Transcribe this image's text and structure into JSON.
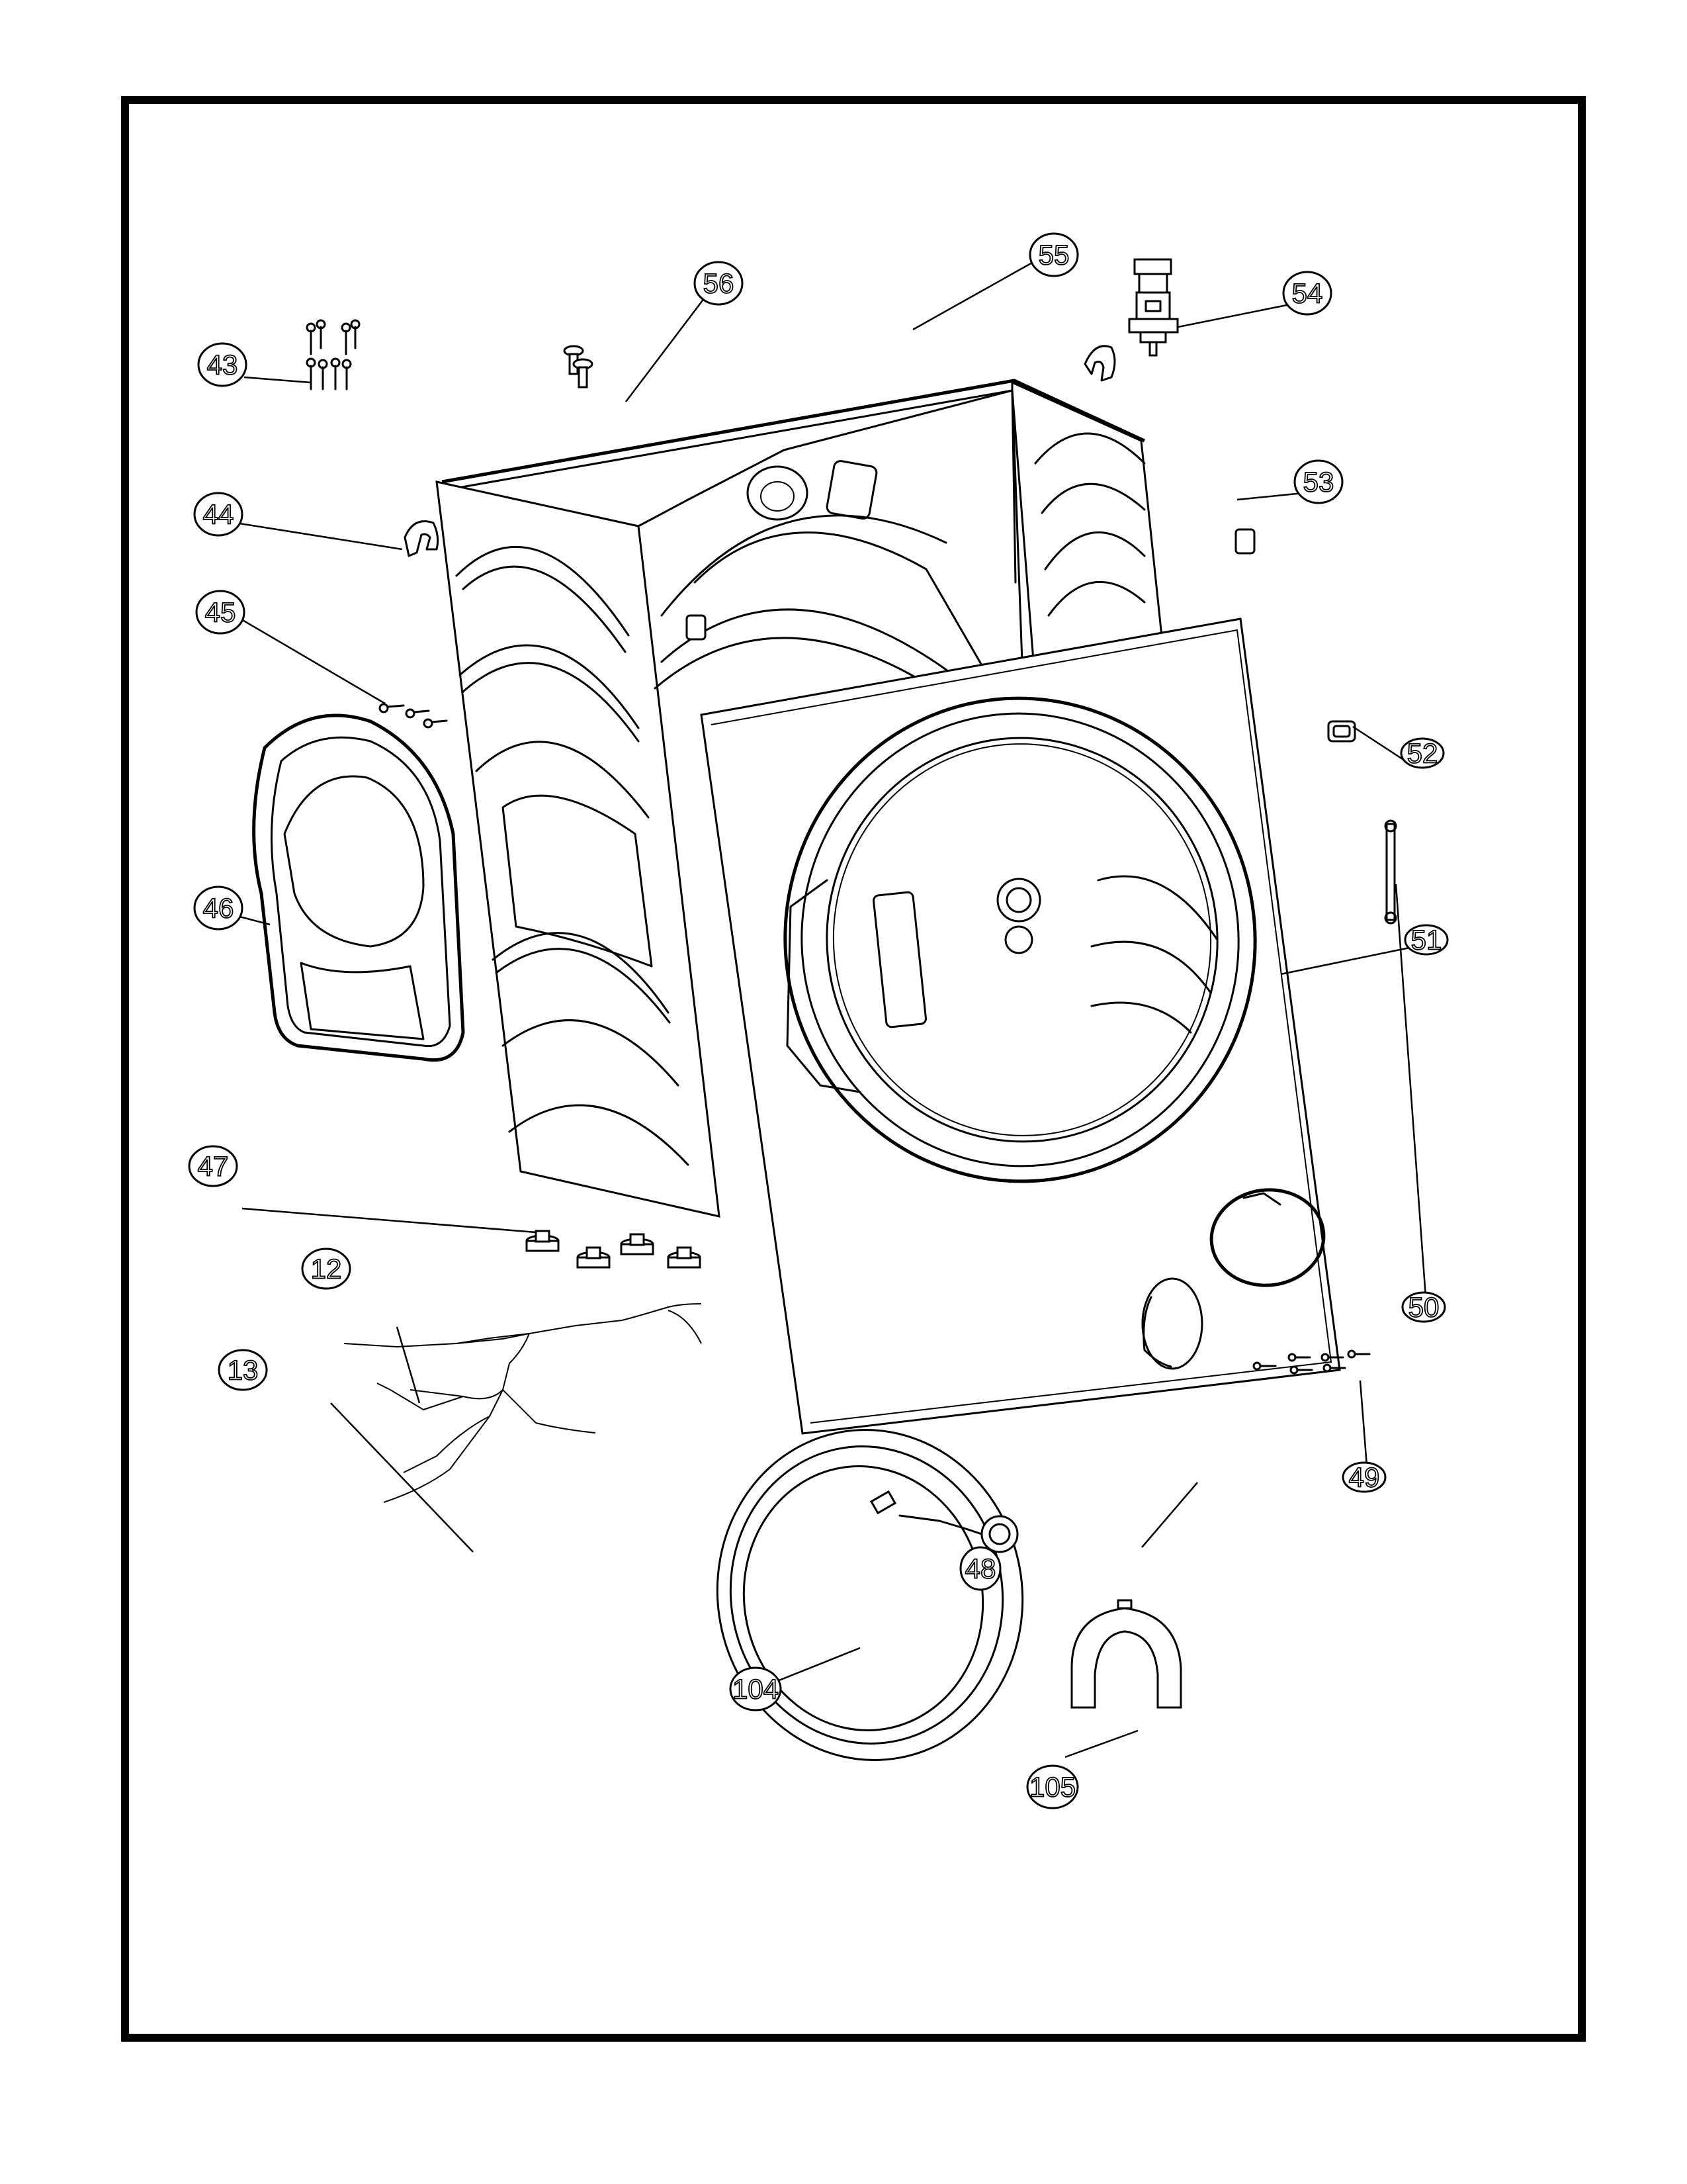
{
  "diagram": {
    "type": "exploded parts diagram",
    "subject": "front-load washer cabinet assembly",
    "callouts": [
      {
        "id": "c43",
        "label": "43",
        "part": "screws (set of 8)"
      },
      {
        "id": "c56",
        "label": "56",
        "part": "shoulder screws"
      },
      {
        "id": "c55",
        "label": "55",
        "part": "cabinet top opening"
      },
      {
        "id": "c54",
        "label": "54",
        "part": "pressure switch"
      },
      {
        "id": "c44",
        "label": "44",
        "part": "hose clip"
      },
      {
        "id": "c53",
        "label": "53",
        "part": "cabinet"
      },
      {
        "id": "c45",
        "label": "45",
        "part": "screws (set of 3)"
      },
      {
        "id": "c52",
        "label": "52",
        "part": "door lock bracket"
      },
      {
        "id": "c46",
        "label": "46",
        "part": "rear access panel"
      },
      {
        "id": "c51",
        "label": "51",
        "part": "front panel"
      },
      {
        "id": "c47",
        "label": "47",
        "part": "leveling feet (set of 4)"
      },
      {
        "id": "c50",
        "label": "50",
        "part": "rod"
      },
      {
        "id": "c49",
        "label": "49",
        "part": "screws (set of 6)"
      },
      {
        "id": "c12",
        "label": "12",
        "part": "wire harness upper"
      },
      {
        "id": "c13",
        "label": "13",
        "part": "wire harness lower"
      },
      {
        "id": "c48",
        "label": "48",
        "part": "filter access cap"
      },
      {
        "id": "c104",
        "label": "104",
        "part": "inlet hose"
      },
      {
        "id": "c105",
        "label": "105",
        "part": "hose guide"
      }
    ]
  }
}
